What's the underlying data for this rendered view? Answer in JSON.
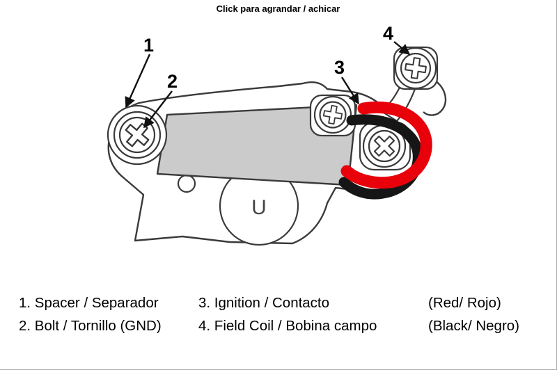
{
  "page": {
    "title": "Click para agrandar / achicar"
  },
  "diagram": {
    "callouts": [
      "1",
      "2",
      "3",
      "4"
    ],
    "stamp_mark": "U",
    "colors": {
      "red_wire": "#e8000b",
      "black_wire": "#161616",
      "coil_gray": "#cbcbcb"
    }
  },
  "legend": {
    "rows": [
      {
        "part_left": "1. Spacer / Separador",
        "part_right": "3. Ignition / Contacto",
        "wire": "(Red/ Rojo)"
      },
      {
        "part_left": "2. Bolt / Tornillo (GND)",
        "part_right": "4. Field Coil / Bobina campo",
        "wire": "(Black/ Negro)"
      }
    ]
  }
}
